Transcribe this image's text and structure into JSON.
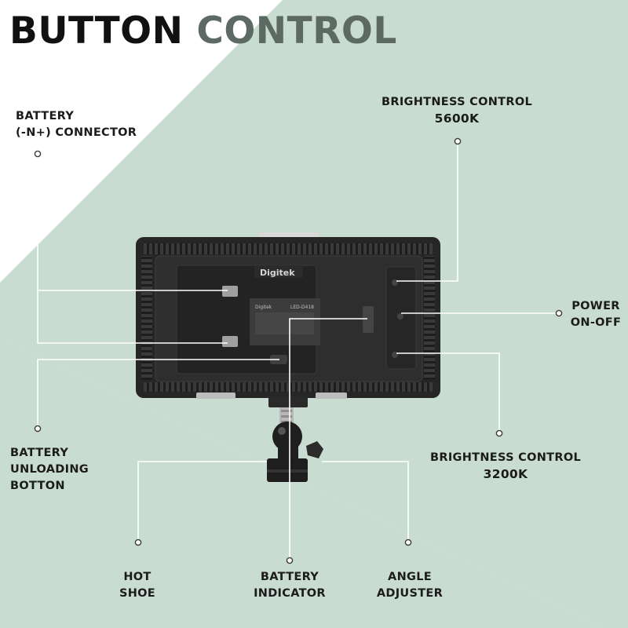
{
  "title": {
    "word1": "BUTTON",
    "word2": "CONTROL"
  },
  "callouts": {
    "battery_connector": {
      "line1": "BATTERY",
      "line2": "(-N+) CONNECTOR"
    },
    "brightness_5600": {
      "line1": "BRIGHTNESS CONTROL",
      "line2": "5600K"
    },
    "power": {
      "line1": "POWER",
      "line2": "ON-OFF"
    },
    "battery_unloading": {
      "line1": "BATTERY",
      "line2": "UNLOADING",
      "line3": "BOTTON"
    },
    "brightness_3200": {
      "line1": "BRIGHTNESS CONTROL",
      "line2": "3200K"
    },
    "hot_shoe": {
      "line1": "HOT",
      "line2": "SHOE"
    },
    "battery_indicator": {
      "line1": "BATTERY",
      "line2": "INDICATOR"
    },
    "angle_adjuster": {
      "line1": "ANGLE",
      "line2": "ADJUSTER"
    }
  },
  "device": {
    "brand": "Digitek",
    "model": "LED-D418",
    "small_brand": "Digitek"
  },
  "colors": {
    "background_diamond": "#c9dcd1",
    "device_body": "#2a2a2a",
    "callout_line": "#ffffff",
    "title_dark": "#111111",
    "title_grey": "#5d6a63"
  }
}
